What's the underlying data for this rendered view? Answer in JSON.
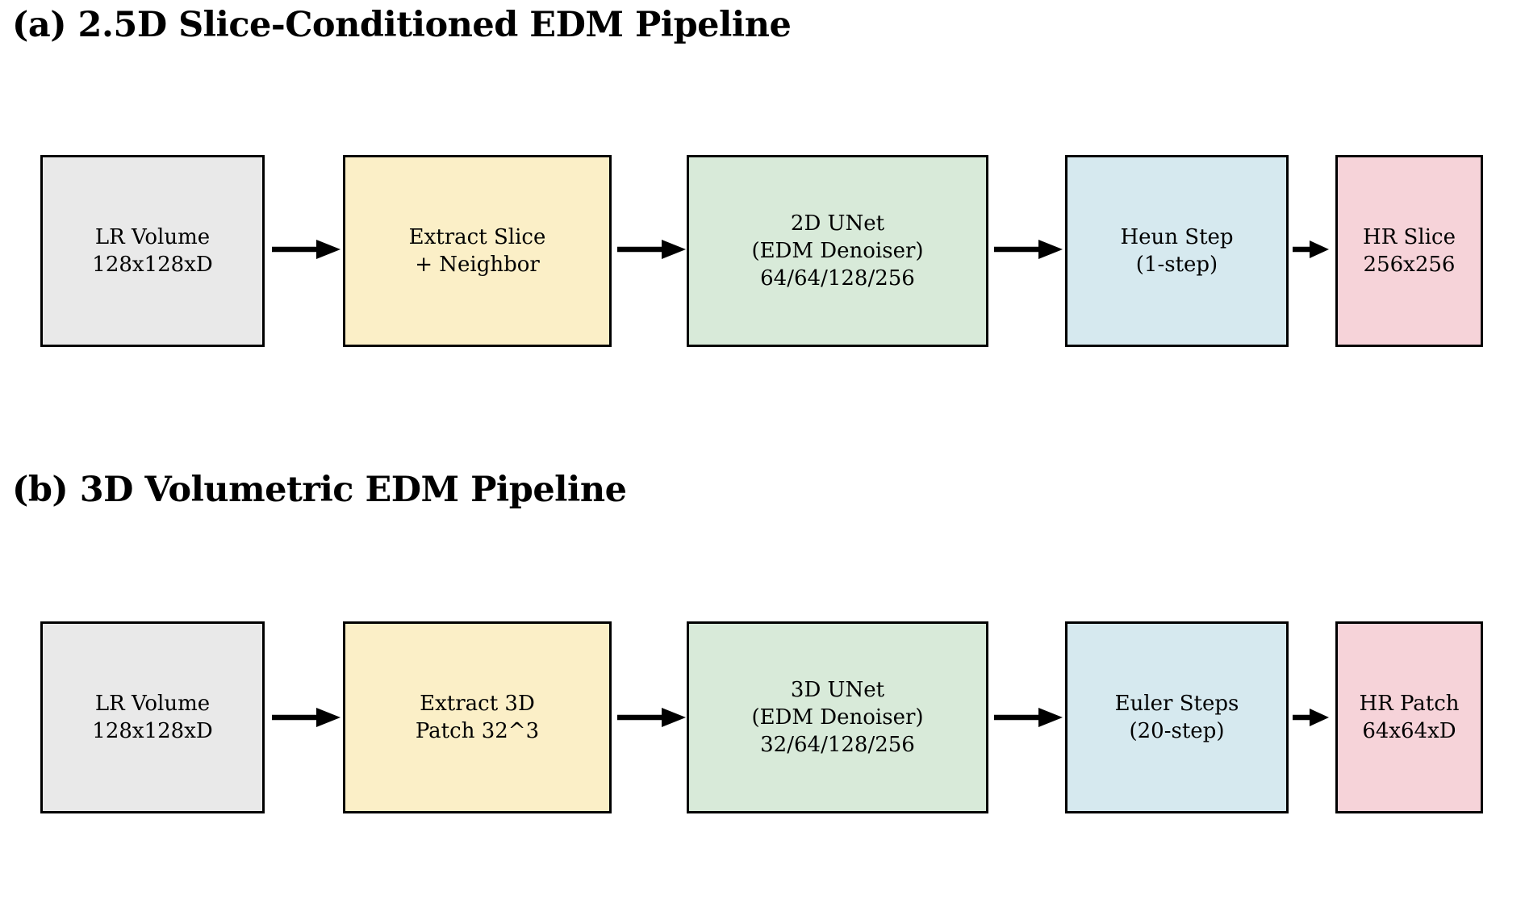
{
  "figure": {
    "background": "#ffffff",
    "box_border_color": "#000000",
    "arrow_color": "#000000",
    "text_color": "#000000"
  },
  "pipelines": [
    {
      "label": "a",
      "title": "(a) 2.5D Slice-Conditioned EDM Pipeline",
      "stages": [
        {
          "name": "lr-volume",
          "color": "#E9E9E9",
          "lines": [
            "LR Volume",
            "128x128xD"
          ]
        },
        {
          "name": "extract-slice",
          "color": "#FBEFC7",
          "lines": [
            "Extract Slice",
            "+ Neighbor"
          ]
        },
        {
          "name": "unet-2d-edm-denoiser",
          "color": "#D8EAD9",
          "lines": [
            "2D UNet",
            "(EDM Denoiser)",
            "64/64/128/256"
          ]
        },
        {
          "name": "heun-step",
          "color": "#D6E9EF",
          "lines": [
            "Heun Step",
            "(1-step)"
          ]
        },
        {
          "name": "hr-slice",
          "color": "#F6D3D9",
          "lines": [
            "HR Slice",
            "256x256"
          ]
        }
      ]
    },
    {
      "label": "b",
      "title": "(b) 3D Volumetric EDM Pipeline",
      "stages": [
        {
          "name": "lr-volume",
          "color": "#E9E9E9",
          "lines": [
            "LR Volume",
            "128x128xD"
          ]
        },
        {
          "name": "extract-3d-patch",
          "color": "#FBEFC7",
          "lines": [
            "Extract 3D",
            "Patch 32^3"
          ]
        },
        {
          "name": "unet-3d-edm-denoiser",
          "color": "#D8EAD9",
          "lines": [
            "3D UNet",
            "(EDM Denoiser)",
            "32/64/128/256"
          ]
        },
        {
          "name": "euler-steps",
          "color": "#D6E9EF",
          "lines": [
            "Euler Steps",
            "(20-step)"
          ]
        },
        {
          "name": "hr-patch",
          "color": "#F6D3D9",
          "lines": [
            "HR Patch",
            "64x64xD"
          ]
        }
      ]
    }
  ]
}
